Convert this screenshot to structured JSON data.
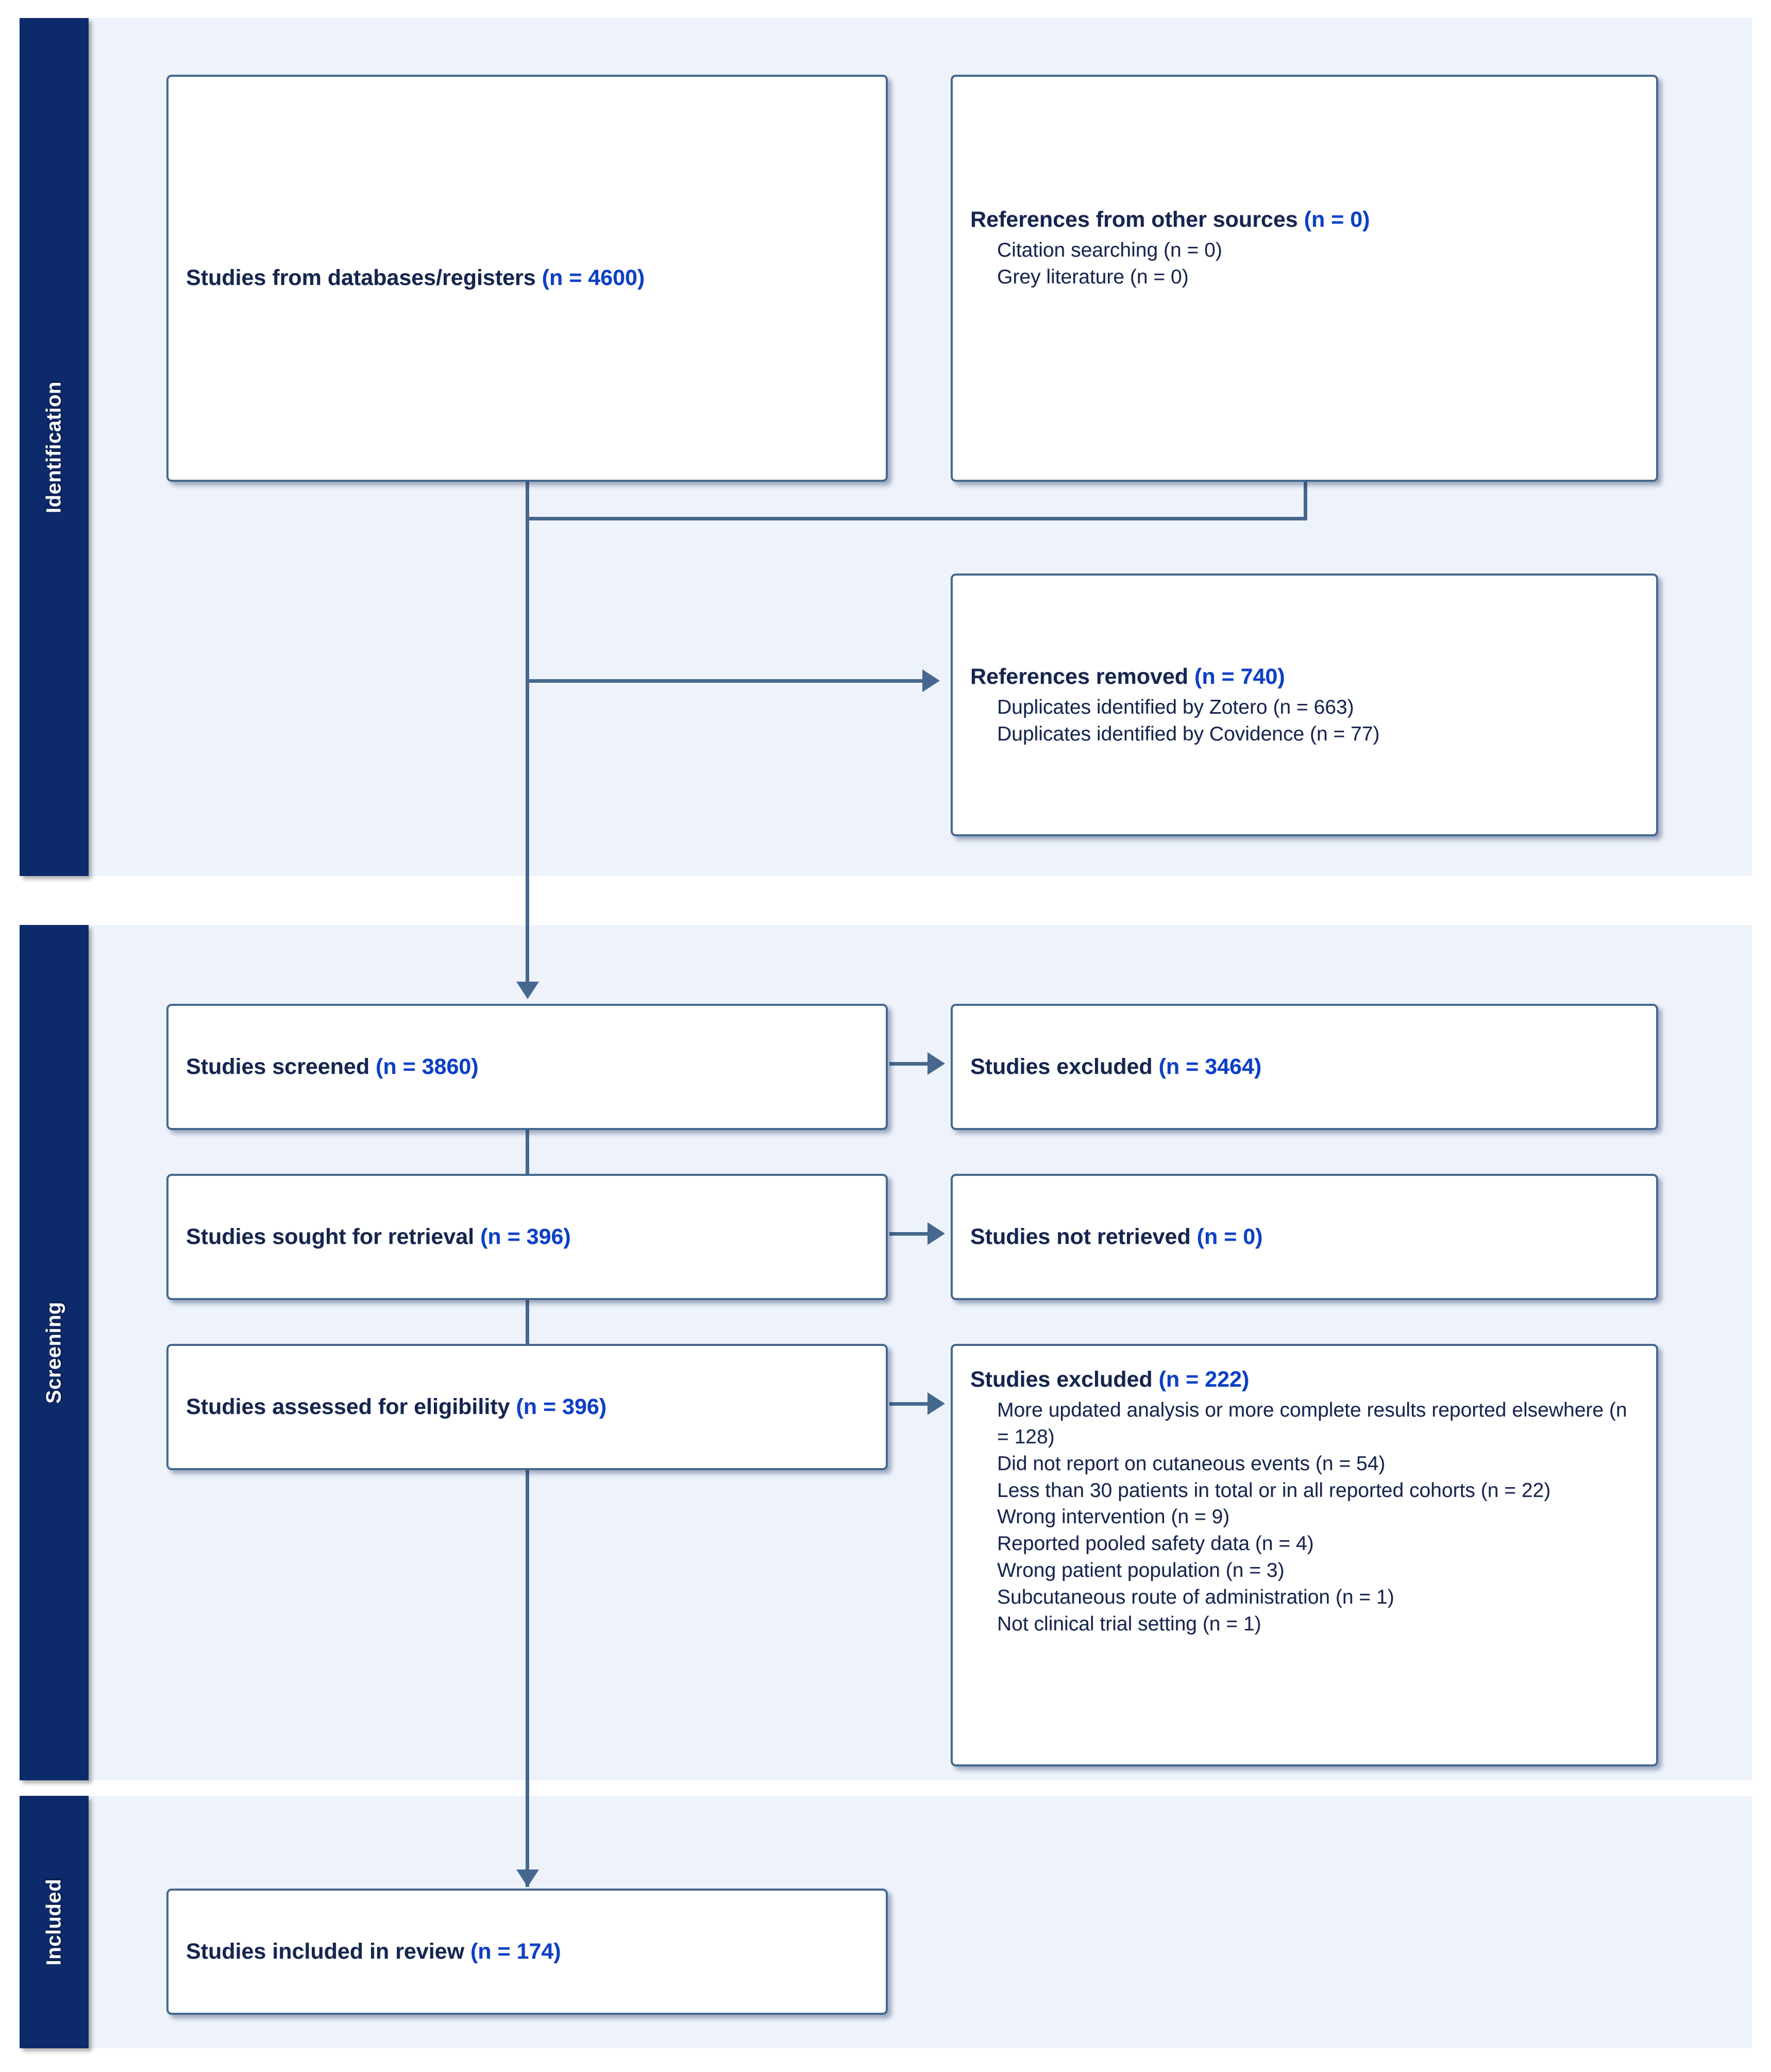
{
  "diagram": {
    "type": "prisma-flow-diagram",
    "colors": {
      "stage_band_navy": "#0d2a6b",
      "section_background": "#eef3fb",
      "box_border": "#46688e",
      "box_fill": "#ffffff",
      "text_primary": "#15254f",
      "count_accent": "#0b40c7"
    },
    "stages": [
      {
        "id": "identification",
        "label": "Identification"
      },
      {
        "id": "screening",
        "label": "Screening"
      },
      {
        "id": "included",
        "label": "Included"
      }
    ],
    "boxes": {
      "databases": {
        "title_text": "Studies from databases/registers ",
        "title_count": "(n = 4600)",
        "sub_items": []
      },
      "other_sources": {
        "title_text": "References from other sources ",
        "title_count": "(n = 0)",
        "sub_items": [
          "Citation searching (n = 0)",
          "Grey literature (n = 0)"
        ]
      },
      "references_removed": {
        "title_text": "References removed ",
        "title_count": "(n = 740)",
        "sub_items": [
          "Duplicates identified by Zotero (n = 663)",
          "Duplicates identified by Covidence (n = 77)"
        ]
      },
      "studies_screened": {
        "title_text": "Studies screened ",
        "title_count": "(n = 3860)",
        "sub_items": []
      },
      "studies_excluded_screen": {
        "title_text": "Studies excluded ",
        "title_count": "(n = 3464)",
        "sub_items": []
      },
      "sought_retrieval": {
        "title_text": "Studies sought for retrieval ",
        "title_count": "(n = 396)",
        "sub_items": []
      },
      "not_retrieved": {
        "title_text": "Studies not retrieved ",
        "title_count": "(n = 0)",
        "sub_items": []
      },
      "assessed_eligibility": {
        "title_text": "Studies assessed for eligibility ",
        "title_count": "(n = 396)",
        "sub_items": []
      },
      "studies_excluded_eligibility": {
        "title_text": "Studies excluded ",
        "title_count": "(n = 222)",
        "sub_items": [
          "More updated analysis or more complete results reported elsewhere (n = 128)",
          "Did not report on cutaneous events (n = 54)",
          "Less than 30 patients in total or in all reported cohorts (n = 22)",
          "Wrong intervention (n = 9)",
          "Reported pooled safety data (n = 4)",
          "Wrong patient population (n = 3)",
          "Subcutaneous route of administration (n = 1)",
          "Not clinical trial setting (n = 1)"
        ]
      },
      "included_review": {
        "title_text": "Studies included in review ",
        "title_count": "(n = 174)",
        "sub_items": []
      }
    }
  }
}
